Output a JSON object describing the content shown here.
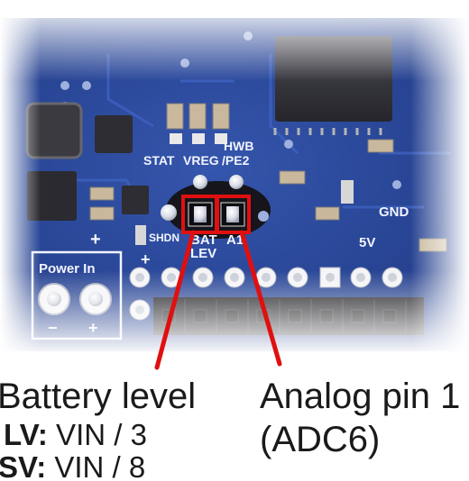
{
  "board": {
    "labels": {
      "stat": "STAT",
      "vreg": "VREG",
      "hwb": "HWB",
      "pe2": "/PE2",
      "shdn": "SHDN",
      "bat": "BAT",
      "lev": "LEV",
      "a1": "A1",
      "gnd": "GND",
      "five_v": "5V",
      "power_in": "Power In",
      "minus": "−",
      "plus": "+",
      "plus_side": "+",
      "plus_top": "+"
    },
    "colors": {
      "pcb": "#2e4a9c",
      "pcb_dark": "#1c2f6b",
      "silkscreen": "#f2f4ff",
      "callout": "#e01010",
      "fade": "#ffffff"
    }
  },
  "callouts": {
    "battery": {
      "title": "Battery level",
      "lines": [
        {
          "key": "LV:",
          "value": " VIN / 3"
        },
        {
          "key": "SV:",
          "value": " VIN / 8"
        }
      ]
    },
    "analog": {
      "title": "Analog pin 1",
      "subtitle": "(ADC6)"
    }
  }
}
